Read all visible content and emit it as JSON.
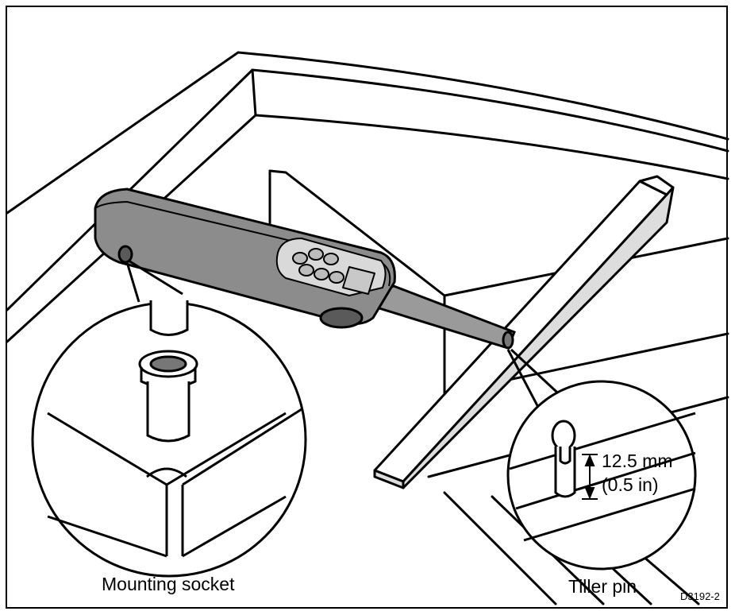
{
  "labels": {
    "mounting_socket": "Mounting socket",
    "tiller_pin": "Tiller pin",
    "measurement_mm": "12.5 mm",
    "measurement_in": "(0.5 in)",
    "drawing_code": "D3192-2"
  },
  "colors": {
    "line": "#000000",
    "background": "#ffffff",
    "device_body": "#8c8c8c",
    "device_dark": "#5a5a5a",
    "keypad": "#d9d9d9",
    "display": "#c8c8c8"
  }
}
